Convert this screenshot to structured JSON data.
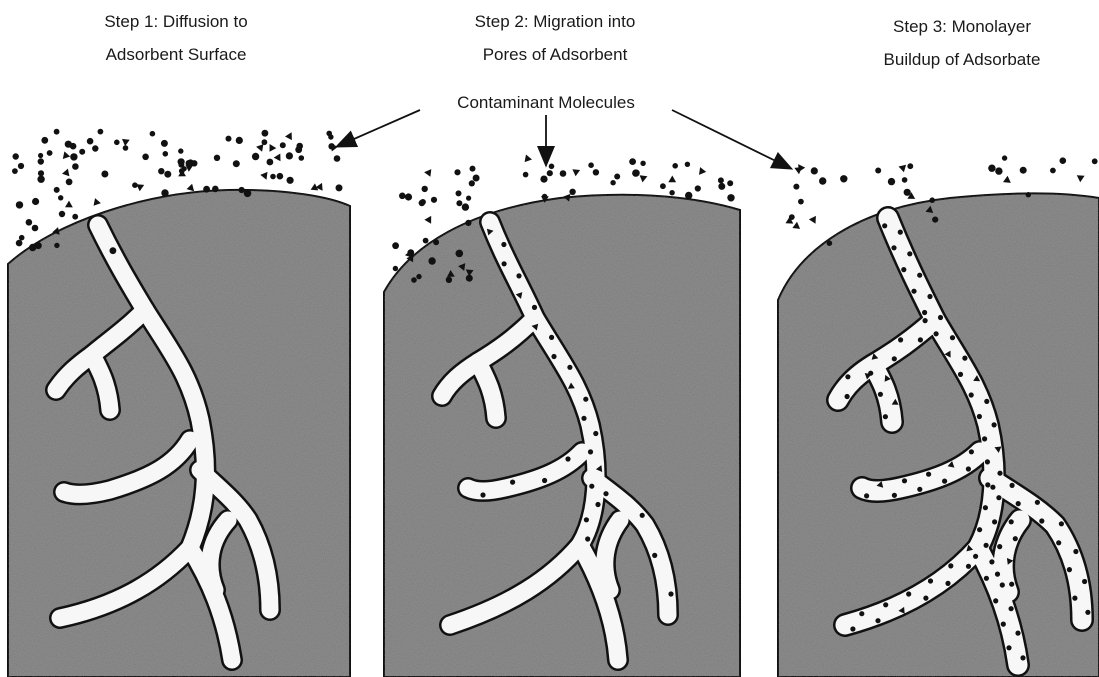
{
  "steps": [
    {
      "line1": "Step 1: Diffusion to",
      "line2": "Adsorbent Surface"
    },
    {
      "line1": "Step 2: Migration into",
      "line2": "Pores of Adsorbent"
    },
    {
      "line1": "Step 3: Monolayer",
      "line2": "Buildup of Adsorbate"
    }
  ],
  "callout": "Contaminant Molecules",
  "colors": {
    "ink": "#111111",
    "adsorbent_fill": "#8a8a8a",
    "pore_fill": "#f7f7f7",
    "background": "#ffffff"
  }
}
